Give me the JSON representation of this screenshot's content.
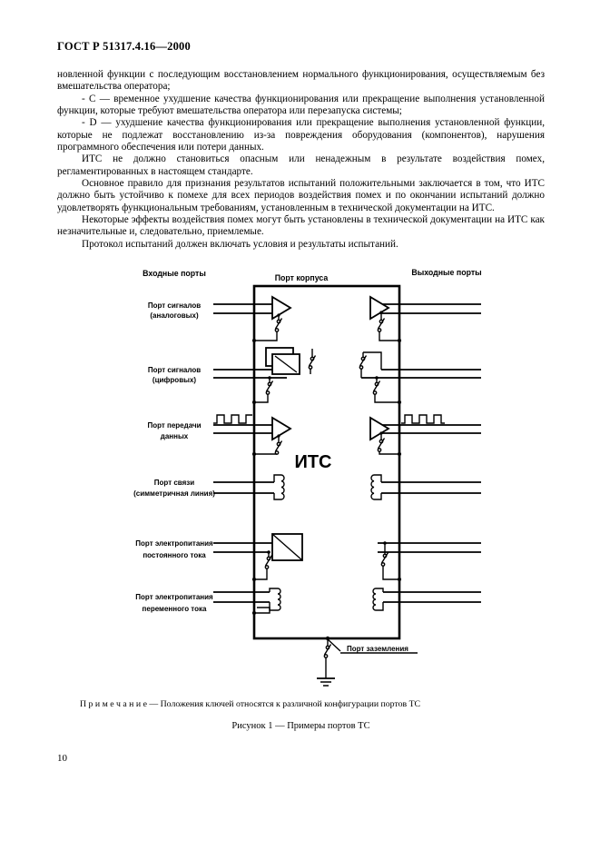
{
  "page": {
    "header": "ГОСТ Р 51317.4.16—2000",
    "page_number": "10"
  },
  "body": {
    "paragraphs": [
      {
        "text": "новленной функции с последующим восстановлением нормального функционирования, осуществляемым без вмешательства оператора;"
      },
      {
        "text": "- С — временное ухудшение качества функционирования или прекращение выполнения установленной функции, которые требуют вмешательства оператора или перезапуска системы;"
      },
      {
        "text": "- D — ухудшение качества функционирования или прекращение выполнения установленной функции, которые не подлежат восстановлению из-за повреждения оборудования (компонентов), нарушения программного обеспечения или потери данных."
      },
      {
        "text": "ИТС не должно становиться опасным или ненадежным в результате воздействия помех, регламентированных в настоящем стандарте."
      },
      {
        "text": "Основное правило для признания результатов испытаний положительными заключается в том, что ИТС должно быть устойчиво к помехе для всех периодов воздействия помех и по окончании испытаний должно удовлетворять функциональным требованиям, установленным в технической документации на ИТС."
      },
      {
        "text": "Некоторые эффекты воздействия помех могут быть установлены в технической документации на ИТС как незначительные и, следовательно, приемлемые."
      },
      {
        "text": "Протокол испытаний должен включать условия и результаты испытаний."
      }
    ]
  },
  "figure": {
    "column_headers": {
      "inputs": "Входные порты",
      "enclosure": "Порт корпуса",
      "outputs": "Выходные порты"
    },
    "device_label": "ИТС",
    "ports_left": [
      {
        "line1": "Порт сигналов",
        "line2": "(аналоговых)"
      },
      {
        "line1": "Порт сигналов",
        "line2": "(цифровых)"
      },
      {
        "line1": "Порт передачи",
        "line2": "данных"
      },
      {
        "line1": "Порт связи",
        "line2": "(симметричная линия)"
      },
      {
        "line1": "Порт электропитания",
        "line2": "постоянного тока"
      },
      {
        "line1": "Порт электропитания",
        "line2": "переменного тока"
      }
    ],
    "ground_port_label": "Порт заземления",
    "note": "П р и м е ч а н и е — Положения ключей относятся к различной конфигурации портов ТС",
    "caption": "Рисунок 1 — Примеры портов ТС"
  }
}
